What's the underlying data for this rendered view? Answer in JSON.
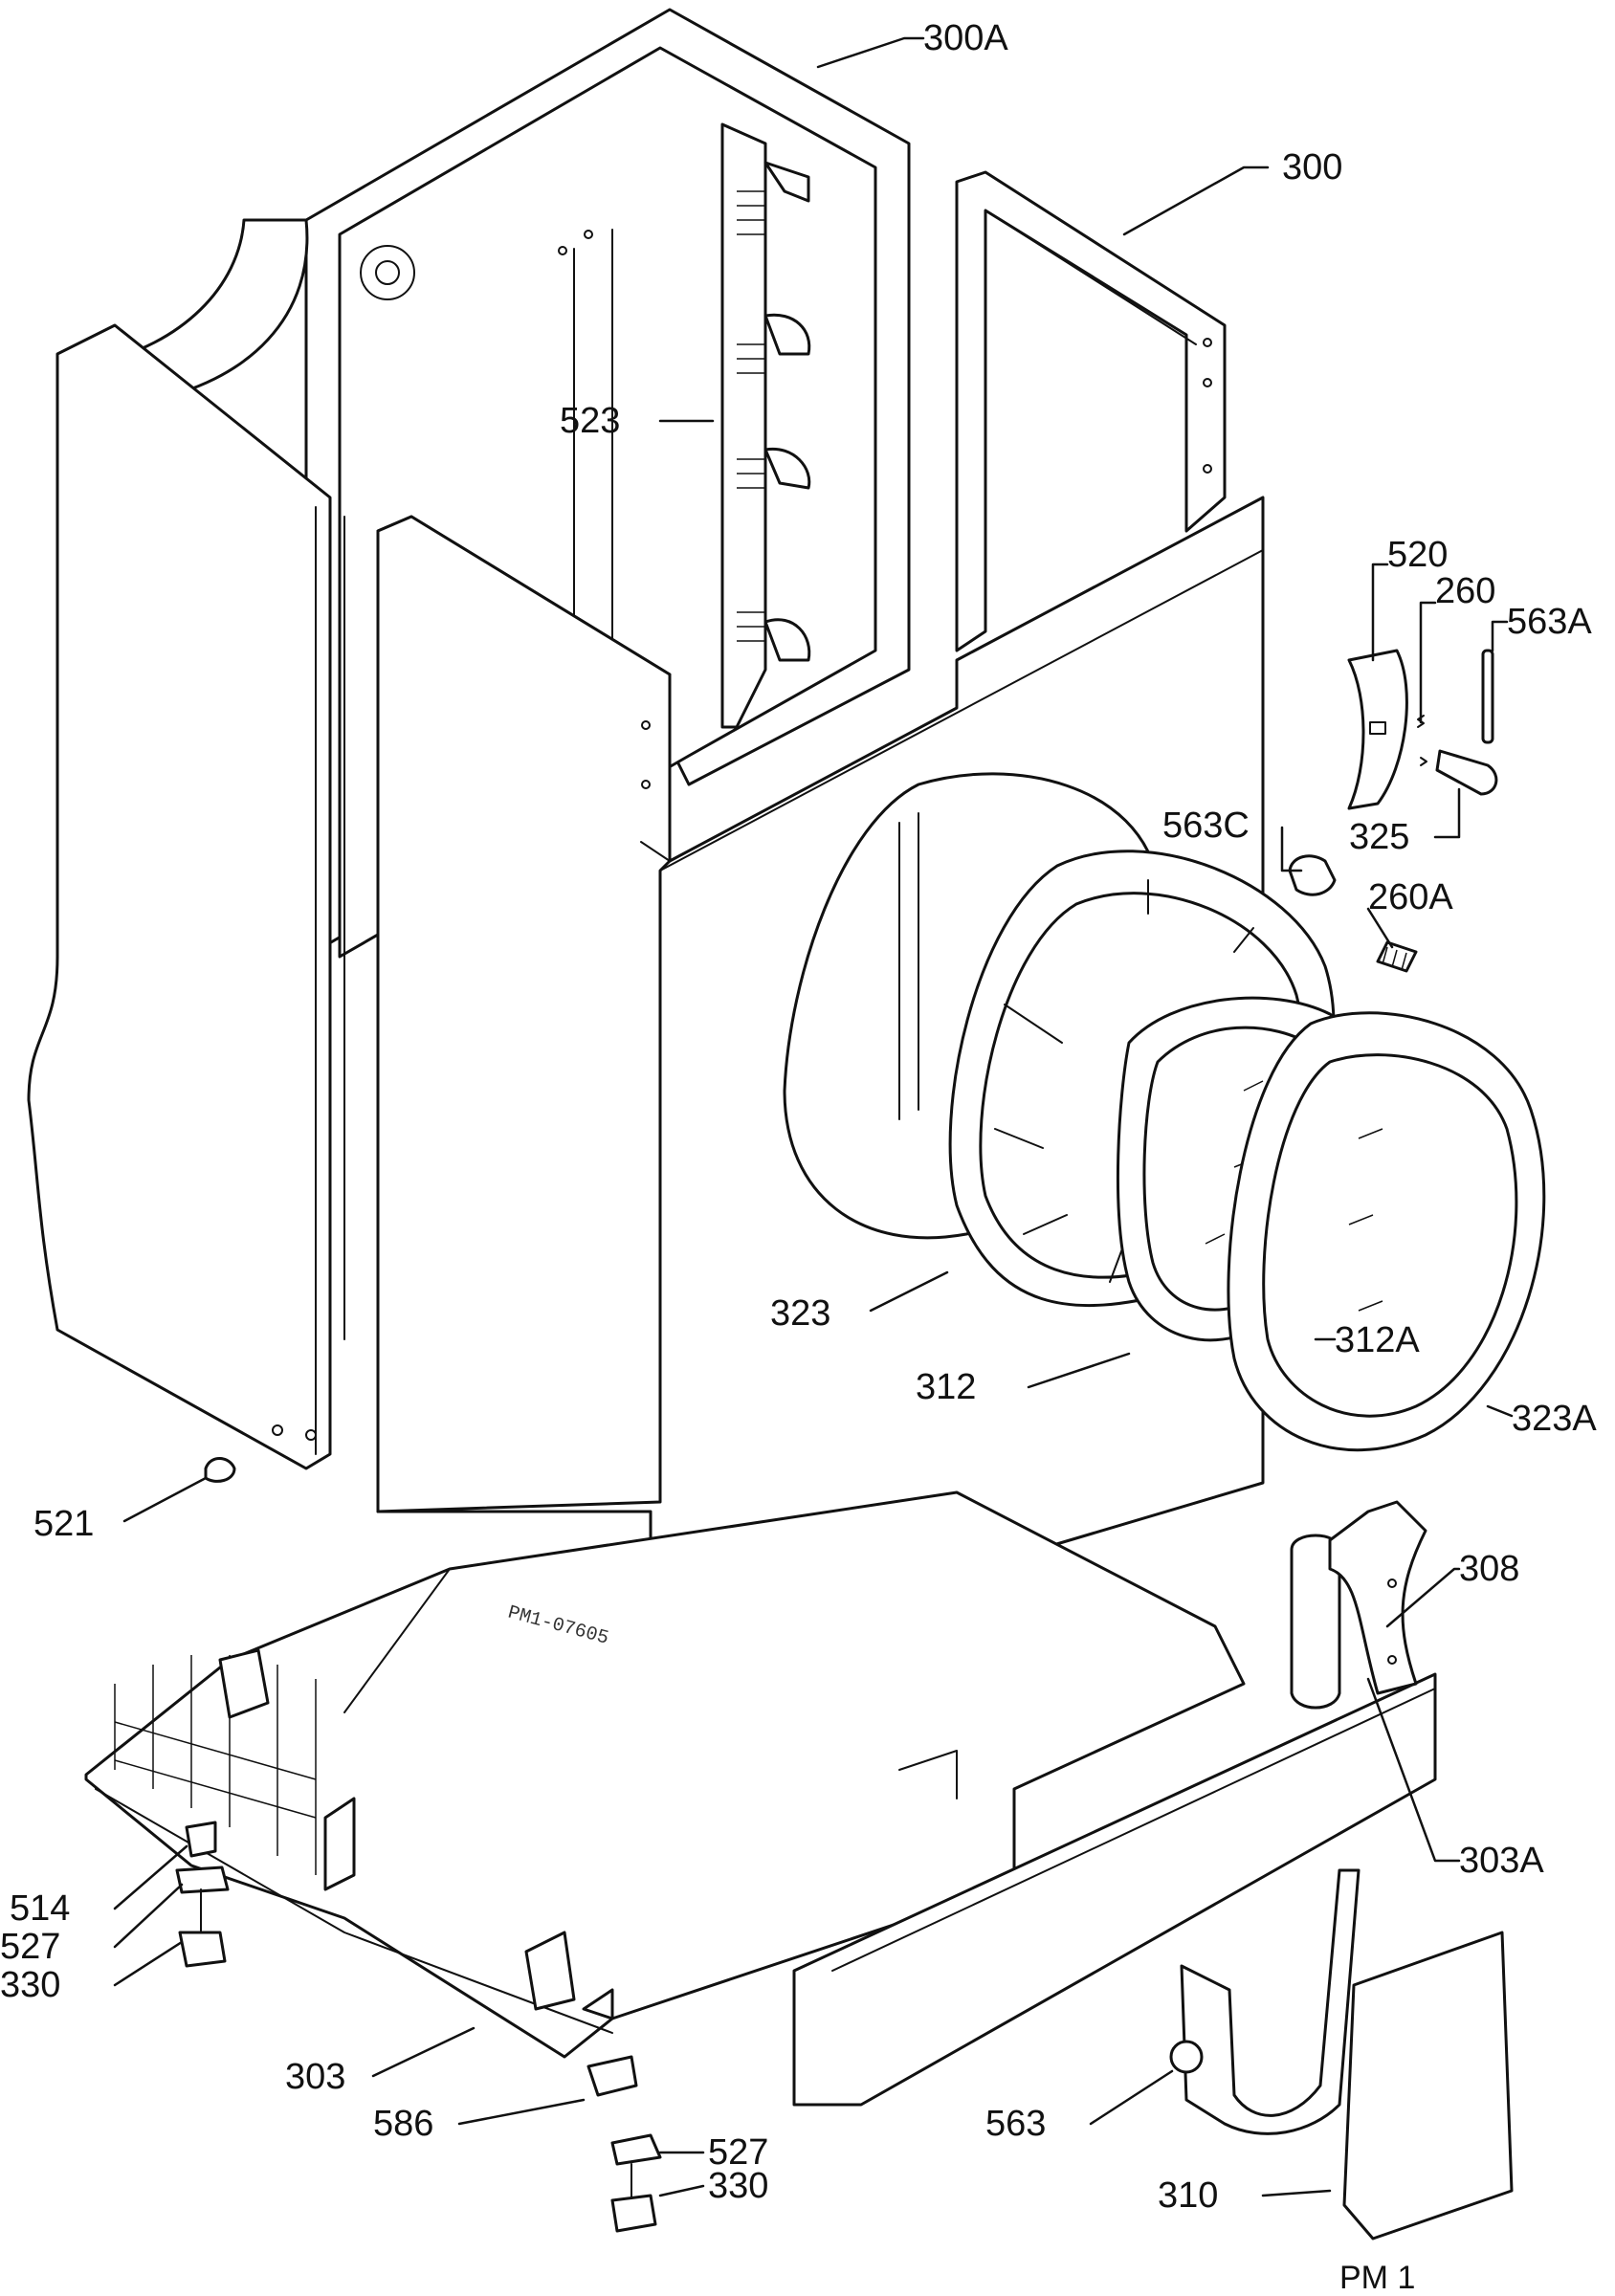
{
  "labels": {
    "l300A": "300A",
    "l300": "300",
    "l523": "523",
    "l520": "520",
    "l260": "260",
    "l563A": "563A",
    "l325": "325",
    "l563C": "563C",
    "l260A": "260A",
    "l323": "323",
    "l312A": "312A",
    "l312": "312",
    "l323A": "323A",
    "l521": "521",
    "l308": "308",
    "l303A": "303A",
    "l514": "514",
    "l527a": "527",
    "l330a": "330",
    "l303": "303",
    "l586": "586",
    "l527b": "527",
    "l330b": "330",
    "l563": "563",
    "l310": "310"
  },
  "stamp": "PM1-07605",
  "sheet_id": "PM 1"
}
